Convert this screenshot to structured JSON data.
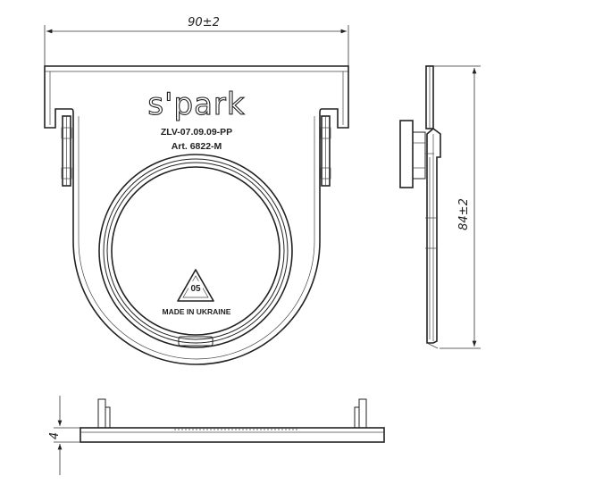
{
  "drawing": {
    "dim_width": "90±2",
    "dim_height": "84±2",
    "dim_thickness": "4"
  },
  "part": {
    "brand": "s'park",
    "model": "ZLV-07.09.09-PP",
    "article": "Art. 6822-M",
    "recycling_code": "05",
    "origin": "MADE IN UKRAINE"
  }
}
